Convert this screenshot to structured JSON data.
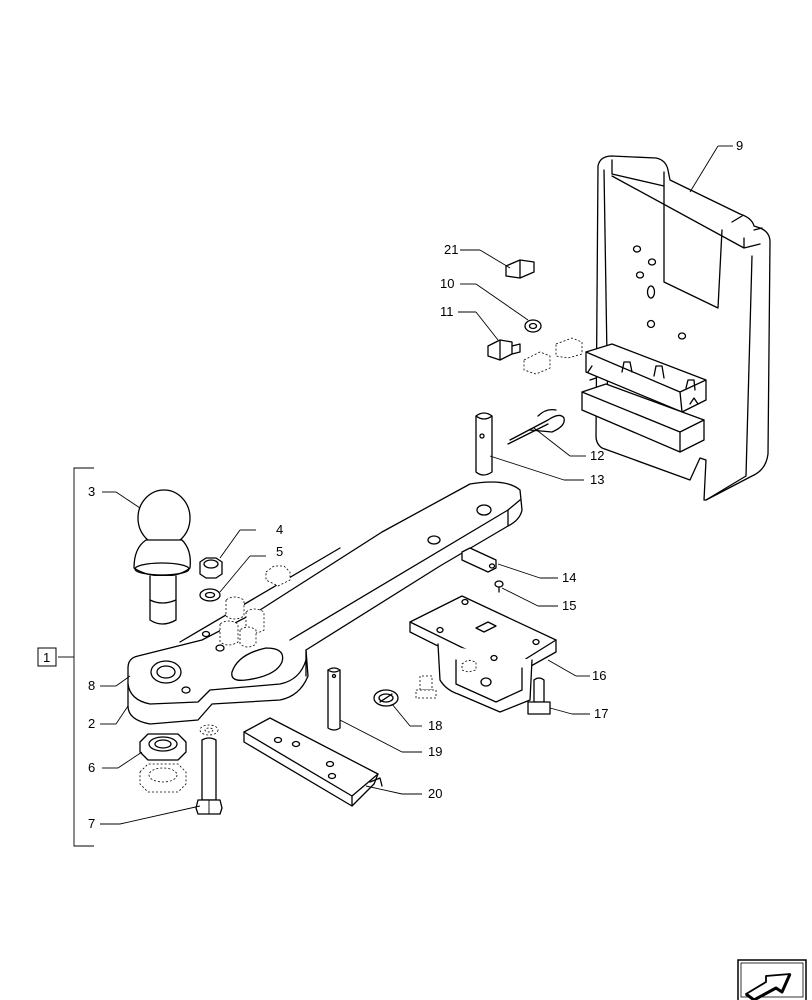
{
  "callouts": {
    "c1": "1",
    "c2": "2",
    "c3": "3",
    "c4": "4",
    "c5": "5",
    "c6": "6",
    "c7": "7",
    "c8": "8",
    "c9": "9",
    "c10": "10",
    "c11": "11",
    "c12": "12",
    "c13": "13",
    "c14": "14",
    "c15": "15",
    "c16": "16",
    "c17": "17",
    "c18": "18",
    "c19": "19",
    "c20": "20",
    "c21": "21"
  },
  "icons": {
    "nav": "next-page-arrow-icon"
  }
}
